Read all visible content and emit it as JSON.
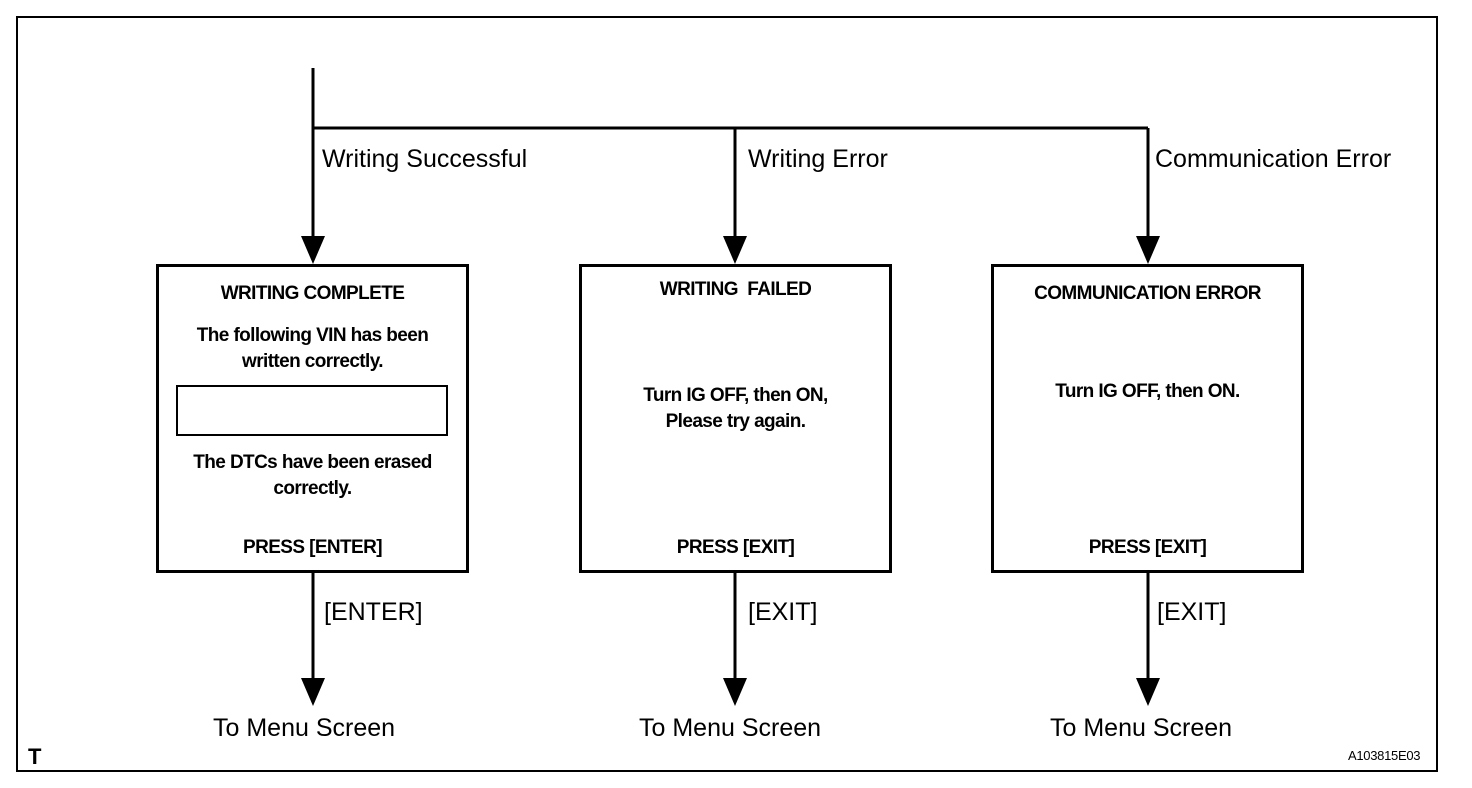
{
  "branches": [
    {
      "condition": "Writing Successful",
      "screen": {
        "title": "WRITING COMPLETE",
        "message1_line1": "The following VIN has been",
        "message1_line2": "written correctly.",
        "vin_value": "",
        "message2_line1": "The DTCs have been erased",
        "message2_line2": "correctly.",
        "prompt": "PRESS [ENTER]"
      },
      "key": "[ENTER]",
      "destination": "To Menu Screen"
    },
    {
      "condition": "Writing Error",
      "screen": {
        "title": "WRITING  FAILED",
        "message_line1": "Turn IG OFF, then ON,",
        "message_line2": "Please try again.",
        "prompt": "PRESS [EXIT]"
      },
      "key": "[EXIT]",
      "destination": "To Menu Screen"
    },
    {
      "condition": "Communication Error",
      "screen": {
        "title": "COMMUNICATION ERROR",
        "message_line1": "Turn IG OFF, then ON.",
        "prompt": "PRESS [EXIT]"
      },
      "key": "[EXIT]",
      "destination": "To Menu Screen"
    }
  ],
  "corner_mark": "T",
  "figure_id": "A103815E03"
}
